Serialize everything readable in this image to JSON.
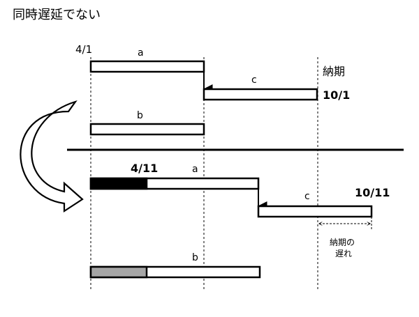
{
  "title": "同時遅延でない",
  "top": {
    "start_date": "4/1",
    "task_a": "a",
    "task_b": "b",
    "task_c": "c",
    "deadline_label": "納期",
    "deadline_date": "10/1"
  },
  "bottom": {
    "delayed_start": "4/11",
    "task_a": "a",
    "task_b": "b",
    "task_c": "c",
    "finish_date": "10/11",
    "delay_note_line1": "納期の",
    "delay_note_line2": "遅れ"
  },
  "colors": {
    "line": "#000000",
    "delay_fill_a": "#000000",
    "delay_fill_b": "#a6a6a6",
    "bar_fill": "#ffffff"
  }
}
